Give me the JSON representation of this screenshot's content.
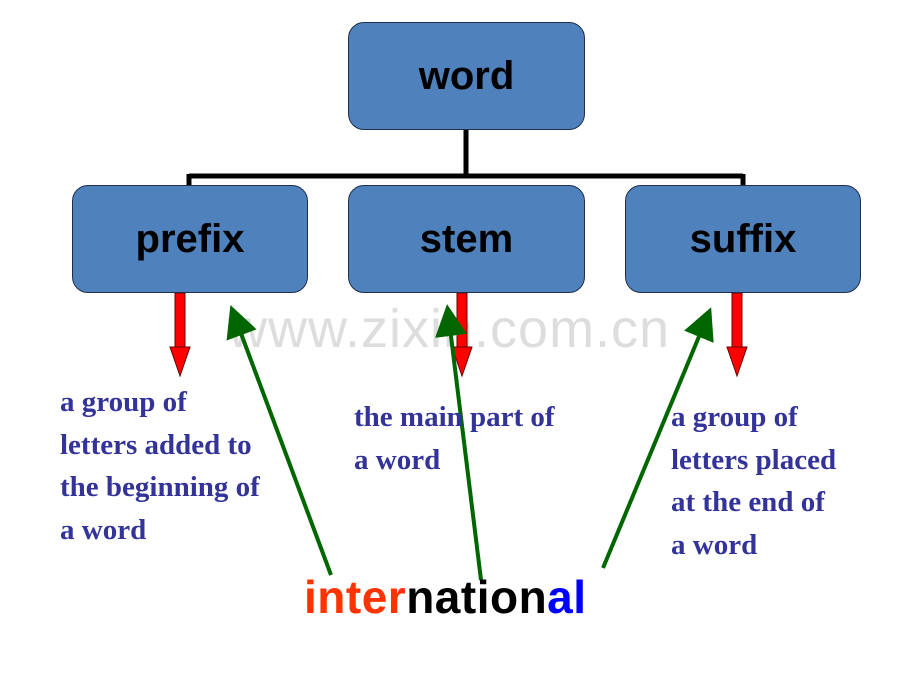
{
  "root": {
    "label": "word"
  },
  "parts": [
    {
      "label": "prefix",
      "description": "a group of\nletters added to\nthe beginning of\na word"
    },
    {
      "label": "stem",
      "description": "the main part of\na word"
    },
    {
      "label": "suffix",
      "description": "a group of\nletters placed\nat the end of\na word"
    }
  ],
  "example": {
    "prefix": "inter",
    "stem": "nation",
    "suffix": "al"
  },
  "watermark": "www.zixin.com.cn",
  "colors": {
    "box": "#4f81bd",
    "text": "#333399",
    "prefix": "#ff3300",
    "stem": "#000000",
    "suffix": "#0000ff",
    "red_arrow": "#ff0000",
    "green_arrow": "#006600"
  }
}
